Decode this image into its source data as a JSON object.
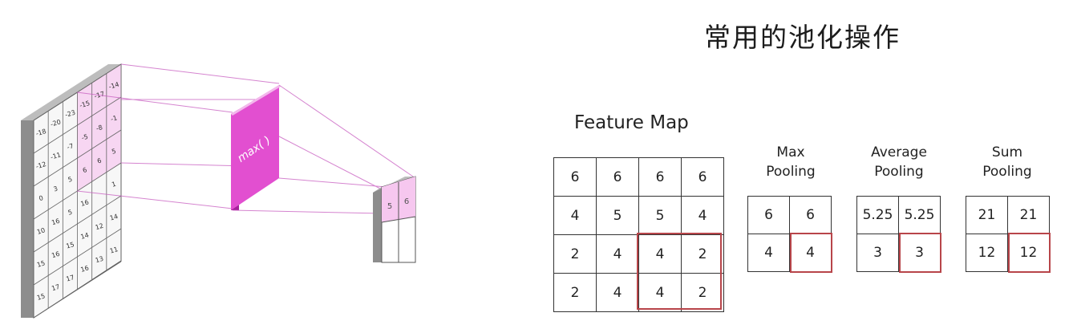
{
  "title": "常用的池化操作",
  "illustration": {
    "accent_color": "#e24fd0",
    "input_matrix": [
      [
        "-18",
        "-20",
        "-23",
        "-15",
        "-17",
        "-14"
      ],
      [
        "-12",
        "-11",
        "-7",
        "-5",
        "-8",
        "-1"
      ],
      [
        "0",
        "3",
        "5",
        "6",
        "6",
        "5"
      ],
      [
        "10",
        "16",
        "5",
        "16",
        "",
        "1"
      ],
      [
        "15",
        "16",
        "15",
        "14",
        "12",
        "14"
      ],
      [
        "15",
        "17",
        "17",
        "16",
        "13",
        "11"
      ]
    ],
    "function_label": "max( )",
    "output_matrix": [
      [
        "5",
        "6"
      ],
      [
        "",
        ""
      ]
    ]
  },
  "feature_map": {
    "title": "Feature Map",
    "rows": [
      [
        "6",
        "6",
        "6",
        "6"
      ],
      [
        "4",
        "5",
        "5",
        "4"
      ],
      [
        "2",
        "4",
        "4",
        "2"
      ],
      [
        "2",
        "4",
        "4",
        "2"
      ]
    ]
  },
  "highlight_color": "#b8454a",
  "max_pooling": {
    "label_line1": "Max",
    "label_line2": "Pooling",
    "rows": [
      [
        "6",
        "6"
      ],
      [
        "4",
        "4"
      ]
    ]
  },
  "average_pooling": {
    "label_line1": "Average",
    "label_line2": "Pooling",
    "rows": [
      [
        "5.25",
        "5.25"
      ],
      [
        "3",
        "3"
      ]
    ]
  },
  "sum_pooling": {
    "label_line1": "Sum",
    "label_line2": "Pooling",
    "rows": [
      [
        "21",
        "21"
      ],
      [
        "12",
        "12"
      ]
    ]
  }
}
